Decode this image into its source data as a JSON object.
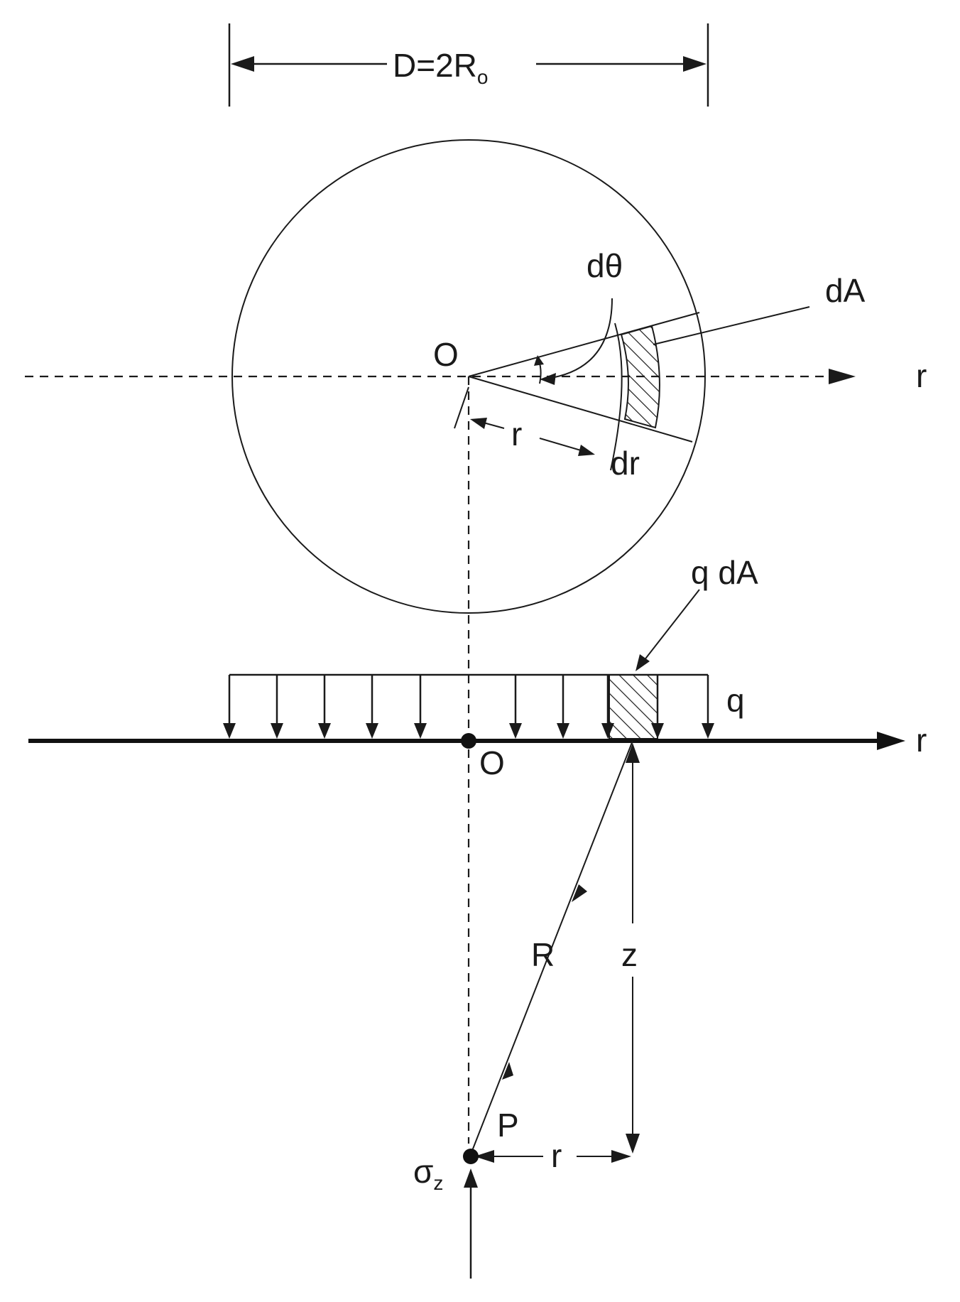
{
  "labels": {
    "diameter_main": "D=2R",
    "diameter_sub": "o",
    "dtheta": "dθ",
    "dA": "dA",
    "origin_top": "O",
    "r_axis_top": "r",
    "r_radius": "r",
    "dr": "dr",
    "q_dA": "q dA",
    "q": "q",
    "r_axis_bottom": "r",
    "origin_bottom": "O",
    "R": "R",
    "z": "z",
    "P": "P",
    "r_horizontal": "r",
    "sigma_main": "σ",
    "sigma_sub": "z"
  },
  "colors": {
    "ink": "#1a1a1a",
    "background": "#ffffff"
  }
}
